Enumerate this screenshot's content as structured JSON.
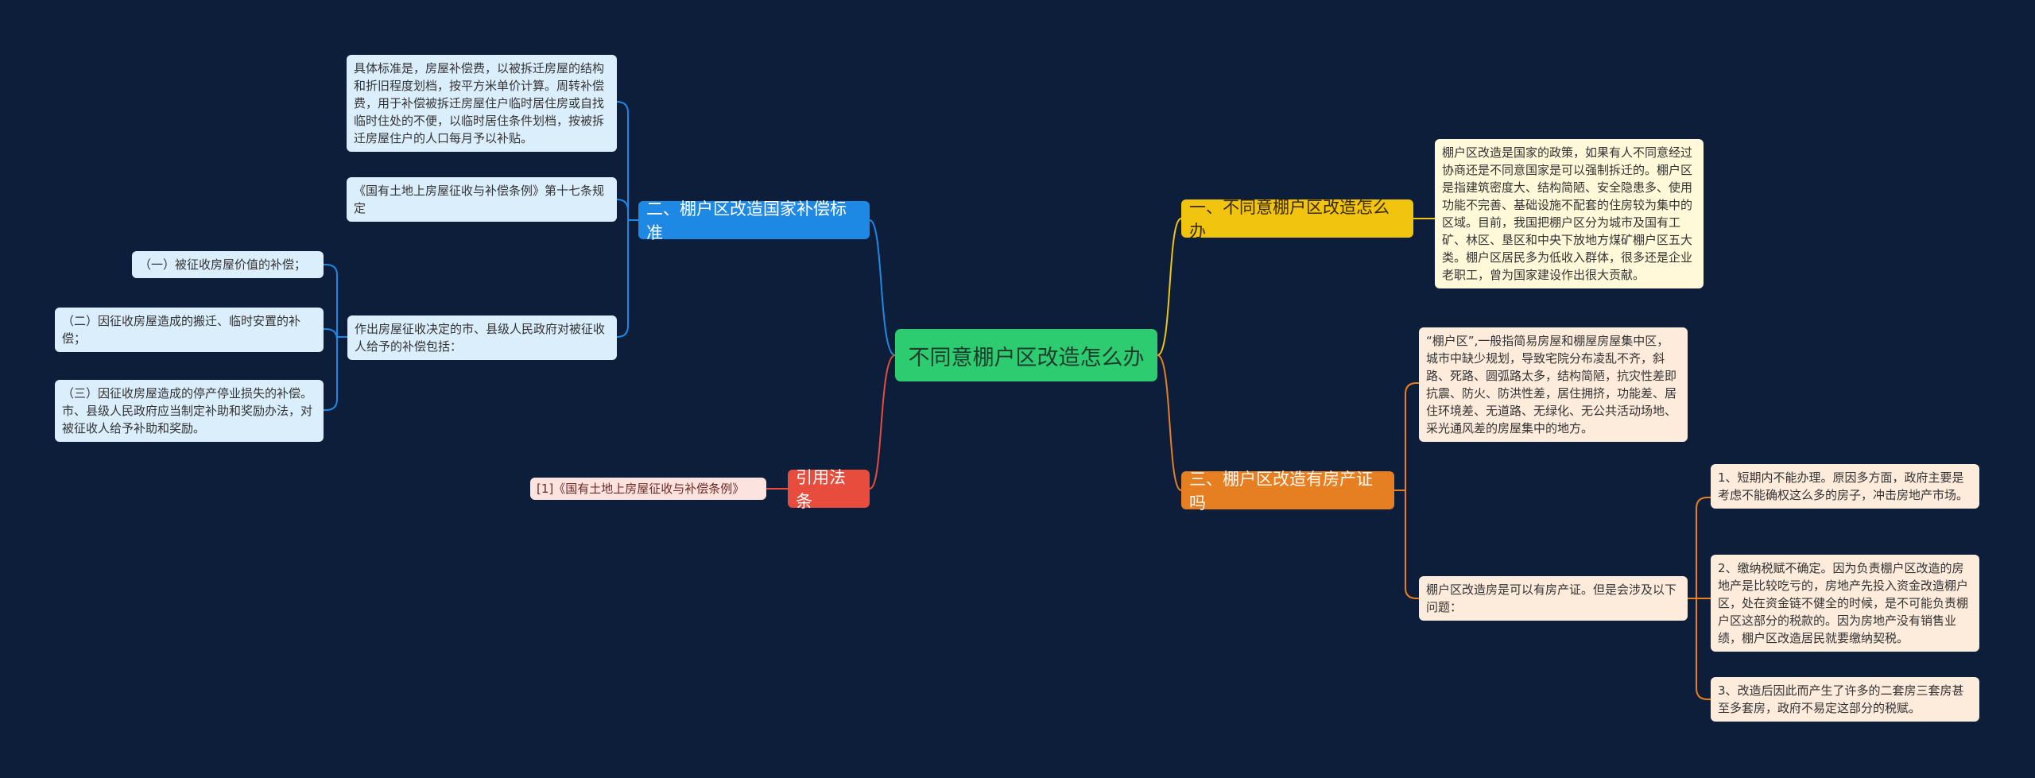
{
  "root": {
    "label": "不同意棚户区改造怎么办"
  },
  "right": {
    "branch1": {
      "label": "一、不同意棚户区改造怎么办",
      "leaf": "棚户区改造是国家的政策，如果有人不同意经过协商还是不同意国家是可以强制拆迁的。棚户区是指建筑密度大、结构简陋、安全隐患多、使用功能不完善、基础设施不配套的住房较为集中的区域。目前，我国把棚户区分为城市及国有工矿、林区、垦区和中央下放地方煤矿棚户区五大类。棚户区居民多为低收入群体，很多还是企业老职工，曾为国家建设作出很大贡献。"
    },
    "branch3": {
      "label": "三、棚户区改造有房产证吗",
      "leaf_definition": "“棚户区”,一般指简易房屋和棚屋房屋集中区，城市中缺少规划，导致宅院分布凌乱不齐，斜路、死路、圆弧路太多，结构简陋，抗灾性差即抗震、防火、防洪性差，居住拥挤，功能差、居住环境差、无道路、无绿化、无公共活动场地、采光通风差的房屋集中的地方。",
      "leaf_question": "棚户区改造房是可以有房产证。但是会涉及以下问题：",
      "issues": [
        "1、短期内不能办理。原因多方面，政府主要是考虑不能确权这么多的房子，冲击房地产市场。",
        "2、缴纳税赋不确定。因为负责棚户区改造的房地产是比较吃亏的，房地产先投入资金改造棚户区，处在资金链不健全的时候，是不可能负责棚户区这部分的税款的。因为房地产没有销售业绩，棚户区改造居民就要缴纳契税。",
        "3、改造后因此而产生了许多的二套房三套房甚至多套房，政府不易定这部分的税赋。"
      ]
    }
  },
  "left": {
    "branch2": {
      "label": "二、棚户区改造国家补偿标准",
      "leaf_standard": "具体标准是，房屋补偿费，以被拆迁房屋的结构和折旧程度划档，按平方米单价计算。周转补偿费，用于补偿被拆迁房屋住户临时居住房或自找临时住处的不便，以临时居住条件划档，按被拆迁房屋住户的人口每月予以补贴。",
      "leaf_regulation": "《国有土地上房屋征收与补偿条例》第十七条规定",
      "leaf_includes": "作出房屋征收决定的市、县级人民政府对被征收人给予的补偿包括：",
      "items": [
        "（一）被征收房屋价值的补偿；",
        "（二）因征收房屋造成的搬迁、临时安置的补偿；",
        "（三）因征收房屋造成的停产停业损失的补偿。市、县级人民政府应当制定补助和奖励办法，对被征收人给予补助和奖励。"
      ]
    },
    "branch_ref": {
      "label": "引用法条",
      "leaf": "[1]《国有土地上房屋征收与补偿条例》"
    }
  },
  "colors": {
    "background": "#0c1e3a",
    "root": "#2ecc71",
    "yellow": "#f1c40f",
    "orange": "#e67e22",
    "blue": "#1e88e5",
    "red": "#e74c3c"
  }
}
